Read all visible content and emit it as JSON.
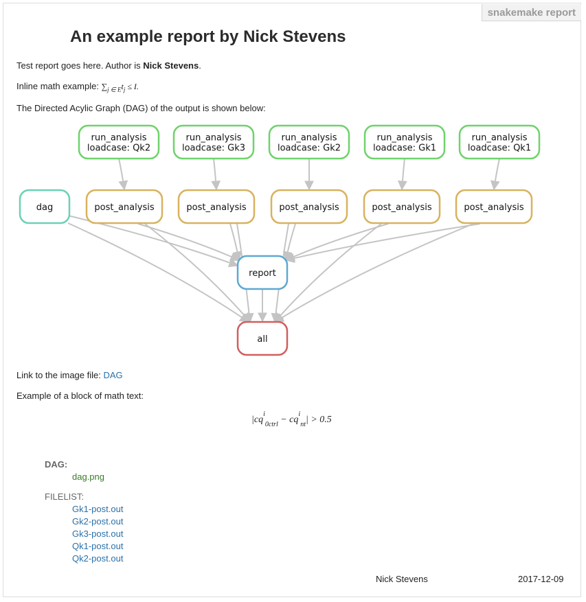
{
  "badge": "snakemake report",
  "title": "An example report by Nick Stevens",
  "intro": {
    "prefix": "Test report goes here. Author is ",
    "author": "Nick Stevens",
    "suffix": "."
  },
  "inline_math": {
    "label": "Inline math example: ",
    "expr": "∑",
    "sub": "j ∈ E",
    "rest": "t",
    "rest_sub": "j",
    "tail": " ≤ I."
  },
  "dag_caption": "The Directed Acylic Graph (DAG) of the output is shown below:",
  "dag": {
    "run_nodes": [
      {
        "line1": "run_analysis",
        "line2": "loadcase: Qk2"
      },
      {
        "line1": "run_analysis",
        "line2": "loadcase: Gk3"
      },
      {
        "line1": "run_analysis",
        "line2": "loadcase: Gk2"
      },
      {
        "line1": "run_analysis",
        "line2": "loadcase: Gk1"
      },
      {
        "line1": "run_analysis",
        "line2": "loadcase: Qk1"
      }
    ],
    "post_nodes": [
      "post_analysis",
      "post_analysis",
      "post_analysis",
      "post_analysis",
      "post_analysis"
    ],
    "dag_node": "dag",
    "report_node": "report",
    "all_node": "all",
    "colors": {
      "run": "#6fd26b",
      "post": "#d8b25e",
      "dag": "#6bd1b6",
      "report": "#5ea8d1",
      "all": "#d15e5e",
      "edge": "#c4c4c4"
    }
  },
  "link_line": {
    "prefix": "Link to the image file: ",
    "link": "DAG"
  },
  "math_block_label": "Example of a block of math text:",
  "math_block": {
    "a": "|cq",
    "a_sup": "i",
    "a_sub": "0ctrl",
    "mid": " − cq",
    "b_sup": "i",
    "b_sub": "nt",
    "tail": "| > 0.5"
  },
  "sections": {
    "dag_label": "DAG:",
    "dag_file": "dag.png",
    "filelist_label": "FILELIST:",
    "files": [
      "Gk1-post.out",
      "Gk2-post.out",
      "Gk3-post.out",
      "Qk1-post.out",
      "Qk2-post.out"
    ]
  },
  "footer": {
    "author": "Nick Stevens",
    "date": "2017-12-09"
  }
}
